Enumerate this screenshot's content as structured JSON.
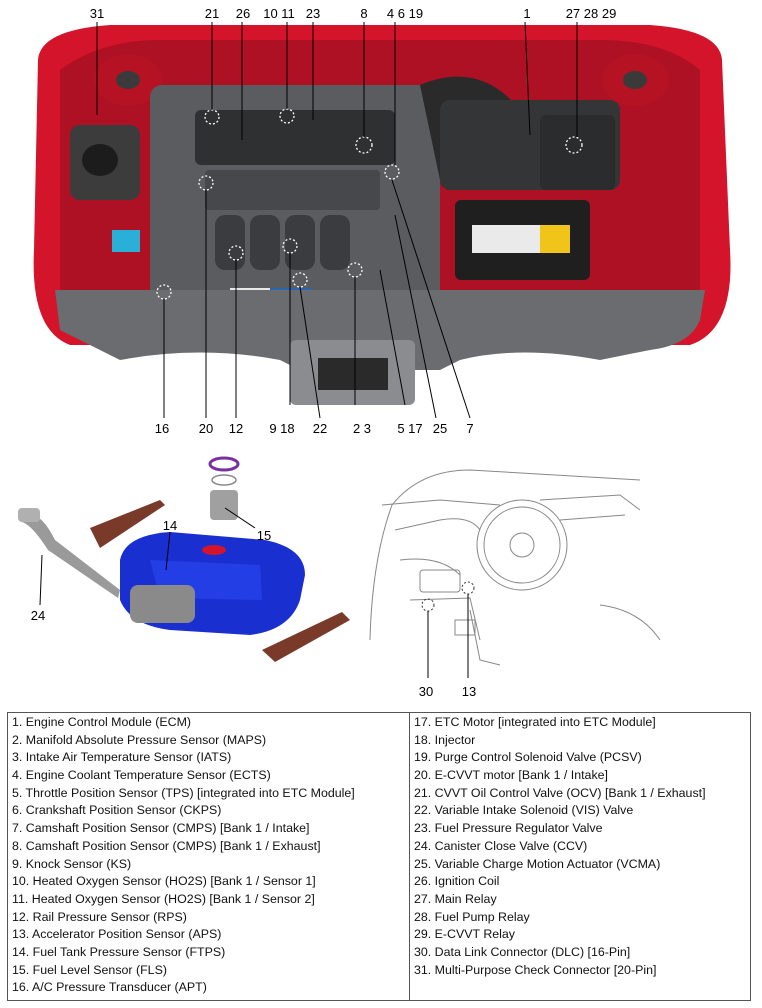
{
  "callouts": {
    "top": [
      "31",
      "21",
      "26",
      "10 11",
      "23",
      "8",
      "4 6 19",
      "1",
      "27 28 29"
    ],
    "bottom": [
      "16",
      "20",
      "12",
      "9 18",
      "22",
      "2 3",
      "5 17",
      "25",
      "7"
    ],
    "fuel": [
      "14",
      "15",
      "24"
    ],
    "interior": [
      "30",
      "13"
    ]
  },
  "legend": {
    "left": [
      "1. Engine Control Module (ECM)",
      "2. Manifold Absolute Pressure Sensor (MAPS)",
      "3. Intake Air Temperature Sensor (IATS)",
      "4. Engine Coolant Temperature Sensor (ECTS)",
      "5. Throttle Position Sensor (TPS) [integrated into ETC Module]",
      "6. Crankshaft Position Sensor (CKPS)",
      "7. Camshaft Position Sensor (CMPS) [Bank 1 / Intake]",
      "8. Camshaft Position Sensor (CMPS) [Bank 1 / Exhaust]",
      "9. Knock Sensor (KS)",
      "10. Heated Oxygen Sensor (HO2S) [Bank 1 / Sensor 1]",
      "11. Heated Oxygen Sensor (HO2S) [Bank 1 / Sensor 2]",
      "12. Rail Pressure Sensor (RPS)",
      "13. Accelerator Position Sensor (APS)",
      "14. Fuel Tank Pressure Sensor (FTPS)",
      "15. Fuel Level Sensor (FLS)",
      "16. A/C Pressure Transducer (APT)"
    ],
    "right": [
      "17. ETC Motor [integrated into ETC Module]",
      "18. Injector",
      "19. Purge Control Solenoid Valve (PCSV)",
      "20. E-CVVT motor [Bank 1 / Intake]",
      "21. CVVT Oil Control Valve (OCV) [Bank 1 / Exhaust]",
      "22. Variable Intake Solenoid (VIS) Valve",
      "23. Fuel Pressure Regulator Valve",
      "24. Canister Close Valve (CCV)",
      "25. Variable Charge Motion Actuator (VCMA)",
      "26. Ignition Coil",
      "27. Main Relay",
      "28. Fuel Pump Relay",
      "29. E-CVVT Relay",
      "30. Data Link Connector (DLC) [16-Pin]",
      "31. Multi-Purpose Check Connector [20-Pin]"
    ]
  },
  "colors": {
    "body_red": "#d4142a",
    "engine_gray": "#5a5c60",
    "tank_blue": "#1a2fd0",
    "strap_brown": "#7a3a2a",
    "line_art": "#888888"
  }
}
